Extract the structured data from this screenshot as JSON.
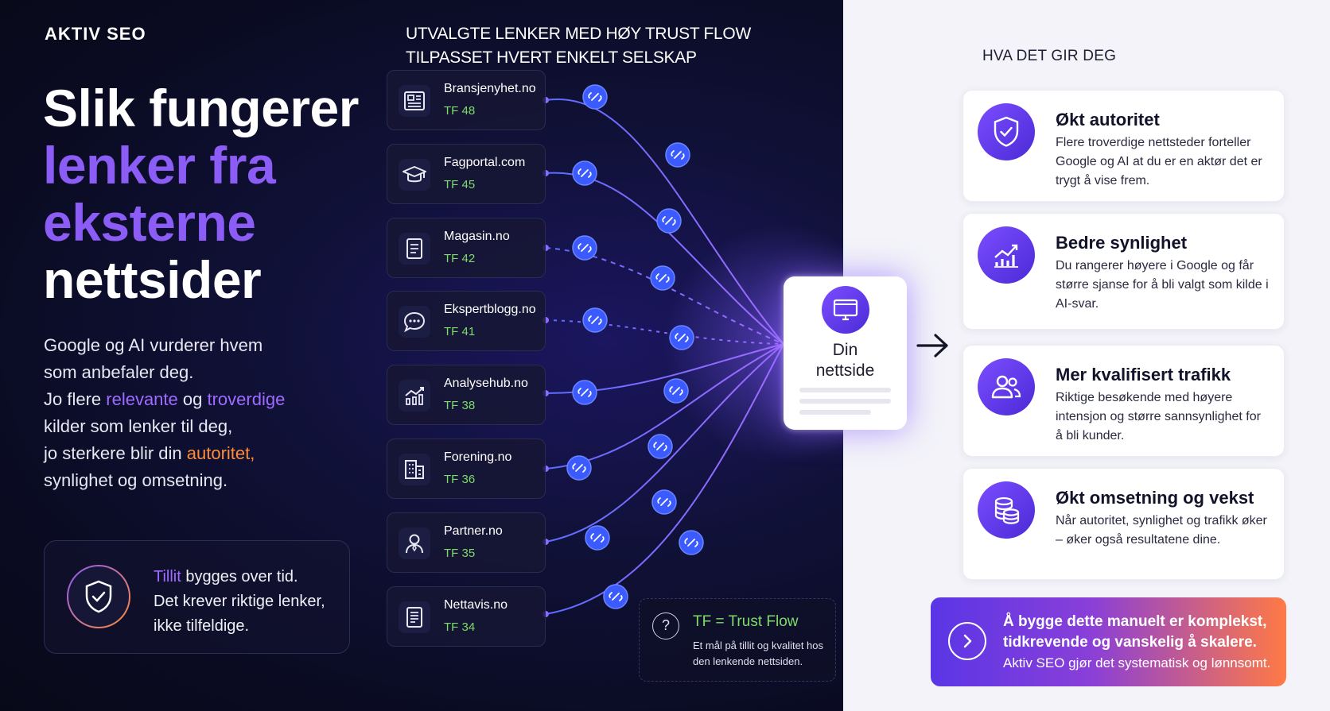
{
  "brand": "AKTIV SEO",
  "headline": {
    "line1": "Slik fungerer",
    "line2": "lenker fra",
    "line3": "eksterne",
    "line4": "nettsider"
  },
  "intro": {
    "l1": "Google og AI vurderer hvem",
    "l2": "som anbefaler deg.",
    "l3_pre": "Jo flere ",
    "relevant": "relevante",
    "og": " og ",
    "trusted": "troverdige",
    "l4": "kilder som lenker til deg,",
    "l5_pre": "jo sterkere blir din ",
    "authority": "autoritet",
    "comma": ",",
    "l6": "synlighet og omsetning."
  },
  "trust_box": {
    "highlight": "Tillit",
    "rest1": " bygges over tid.",
    "line2": "Det krever riktige lenker,",
    "line3": "ikke tilfeldige."
  },
  "sources": {
    "title_line1": "UTVALGTE LENKER MED HØY TRUST FLOW",
    "title_line2": "TILPASSET HVERT ENKELT SELSKAP",
    "items": [
      {
        "name": "Bransjenyhet.no",
        "tf": "TF 48",
        "icon": "newspaper-icon"
      },
      {
        "name": "Fagportal.com",
        "tf": "TF 45",
        "icon": "graduation-cap-icon"
      },
      {
        "name": "Magasin.no",
        "tf": "TF 42",
        "icon": "document-icon"
      },
      {
        "name": "Ekspertblogg.no",
        "tf": "TF 41",
        "icon": "chat-bubble-icon"
      },
      {
        "name": "Analysehub.no",
        "tf": "TF 38",
        "icon": "bar-chart-icon"
      },
      {
        "name": "Forening.no",
        "tf": "TF 36",
        "icon": "building-icon"
      },
      {
        "name": "Partner.no",
        "tf": "TF 35",
        "icon": "person-icon"
      },
      {
        "name": "Nettavis.no",
        "tf": "TF 34",
        "icon": "article-icon"
      }
    ]
  },
  "center": {
    "line1": "Din",
    "line2": "nettside",
    "icon": "monitor-icon"
  },
  "legend": {
    "q": "?",
    "title": "TF = Trust Flow",
    "desc": "Et mål på tillit og kvalitet hos den lenkende nettsiden."
  },
  "benefits": {
    "title": "HVA DET GIR DEG",
    "items": [
      {
        "title": "Økt autoritet",
        "desc": "Flere troverdige nettsteder forteller Google og AI at du er en aktør det er trygt å vise frem.",
        "icon": "shield-check-icon"
      },
      {
        "title": "Bedre synlighet",
        "desc": "Du rangerer høyere i Google og får større sjanse for å bli valgt som kilde i AI-svar.",
        "icon": "growth-chart-icon"
      },
      {
        "title": "Mer kvalifisert trafikk",
        "desc": "Riktige besøkende med høyere intensjon og større sannsynlighet for å bli kunder.",
        "icon": "users-icon"
      },
      {
        "title": "Økt omsetning og vekst",
        "desc": "Når autoritet, synlighet og trafikk øker – øker også resultatene dine.",
        "icon": "coins-icon"
      }
    ]
  },
  "cta": {
    "line1": "Å bygge dette manuelt er komplekst, tidkrevende og vanskelig å skalere.",
    "line2": "Aktiv SEO gjør det systematisk og lønnsomt.",
    "icon": "chevron-right-icon"
  },
  "colors": {
    "purple": "#8b5cf6",
    "orange": "#ff8c3a",
    "green_tf": "#7ddc6a",
    "link_blue": "#3b5bff"
  }
}
